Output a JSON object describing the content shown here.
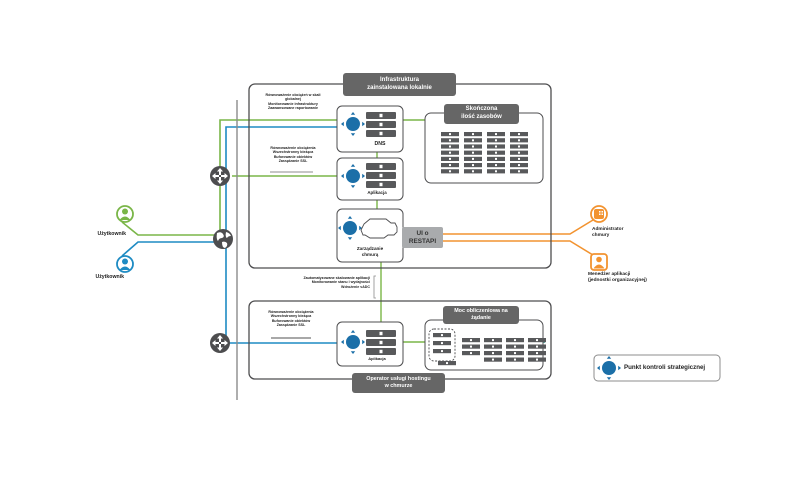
{
  "colors": {
    "green": "#7ab648",
    "blue": "#1e8bc3",
    "orange": "#f29330",
    "gray": "#8c8c8c",
    "dark": "#58595b",
    "teal": "#1a9a8a",
    "control_point": "#1b6fa8"
  },
  "onprem": {
    "title_line1": "Infrastruktura",
    "title_line2": "zainstalowana lokalnie",
    "note_top": [
      "Równoważenie obciążeń w skali",
      "globalnej",
      "Monitorowanie infrastruktury",
      "Zaawansowane raportowanie"
    ],
    "note_mid": [
      "Równoważenie obciążenia",
      "Wszechstronny bieżąca",
      "Buforowanie obiektów",
      "Zarządzanie SSL"
    ],
    "dns_label": "DNS",
    "app_label": "Aplikacja",
    "cloud_mgmt_label_line1": "Zarządzanie",
    "cloud_mgmt_label_line2": "chmurą",
    "finite_line1": "Skończona",
    "finite_line2": "ilość zasobów",
    "ui_line1": "UI o",
    "ui_line2": "RESTAPI"
  },
  "middle_note": [
    "Zautomatyzowane skalowanie aplikacji",
    "Monitorowanie stanu i wydajności",
    "Wdrożenie vADC"
  ],
  "cloud": {
    "title_line1": "Operator usługi hostingu",
    "title_line2": "w chmurze",
    "note": [
      "Równoważenie obciążenia",
      "Wszechstronny bieżąca",
      "Buforowanie obiektów",
      "Zarządzanie SSL"
    ],
    "app_label": "Aplikacja",
    "ondemand_line1": "Moc obliczeniowa na",
    "ondemand_line2": "żądanie"
  },
  "users": {
    "user_green": "Użytkownik",
    "user_blue": "Użytkownik"
  },
  "admins": {
    "cloud_admin_line1": "Administrator",
    "cloud_admin_line2": "chmury",
    "app_manager_line1": "Menedżer aplikacji",
    "app_manager_line2": "(jednostki organizacyjnej)"
  },
  "legend": {
    "label": "Punkt kontroli strategicznej",
    "icon": "control-point-icon"
  }
}
